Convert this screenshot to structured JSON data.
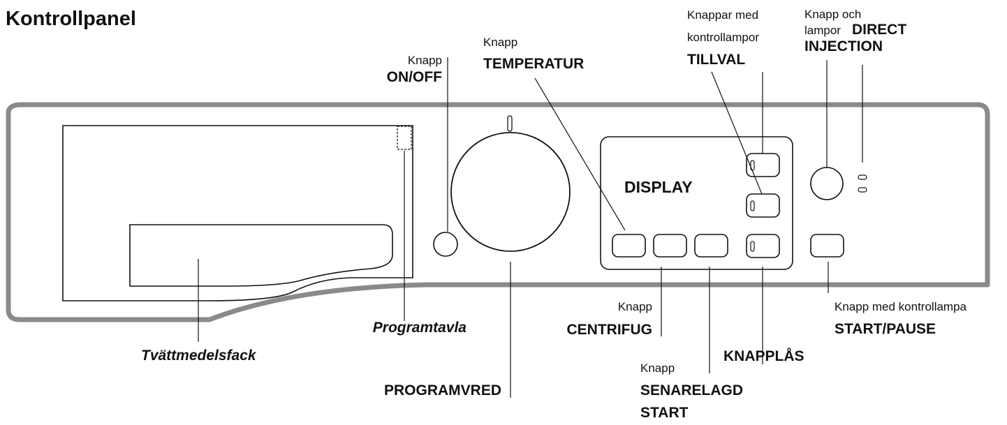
{
  "title": "Kontrollpanel",
  "display": "DISPLAY",
  "labels": {
    "onoff": {
      "pre": "Knapp",
      "name": "ON/OFF"
    },
    "temperatur": {
      "pre": "Knapp",
      "name": "TEMPERATUR"
    },
    "tillval": {
      "pre1": "Knappar med",
      "pre2": "kontrollampor",
      "name": "TILLVAL"
    },
    "direct": {
      "pre1": "Knapp och",
      "pre2": "lampor",
      "name1": "DIRECT",
      "name2": "INJECTION"
    },
    "programtavla": "Programtavla",
    "tvattmedelsfack": "Tvättmedelsfack",
    "programvred": "PROGRAMVRED",
    "centrifug": {
      "pre": "Knapp",
      "name": "CENTRIFUG"
    },
    "senarelagd": {
      "pre": "Knapp",
      "name1": "SENARELAGD",
      "name2": "START"
    },
    "knapplas": "KNAPPLÅS",
    "startpause": {
      "pre": "Knapp med kontrollampa",
      "name": "START/PAUSE"
    }
  }
}
